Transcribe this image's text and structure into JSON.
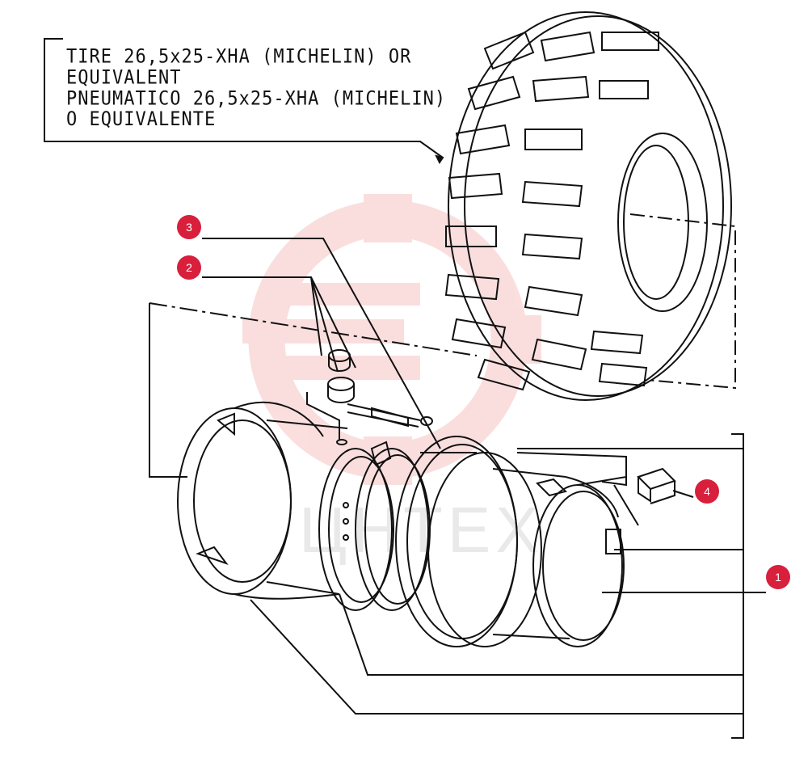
{
  "caption": {
    "line1": "TIRE 26,5x25-XHA (MICHELIN) OR",
    "line2": "EQUIVALENT",
    "line3": "PNEUMATICO 26,5x25-XHA (MICHELIN)",
    "line4": "O EQUIVALENTE"
  },
  "callouts": [
    {
      "id": "1",
      "label": "1"
    },
    {
      "id": "2",
      "label": "2"
    },
    {
      "id": "3",
      "label": "3"
    },
    {
      "id": "4",
      "label": "4"
    }
  ],
  "watermark": {
    "text": "ЦНТЕХ"
  },
  "colors": {
    "callout": "#d81f3c",
    "line": "#111111",
    "watermark": "#e53b3b"
  }
}
